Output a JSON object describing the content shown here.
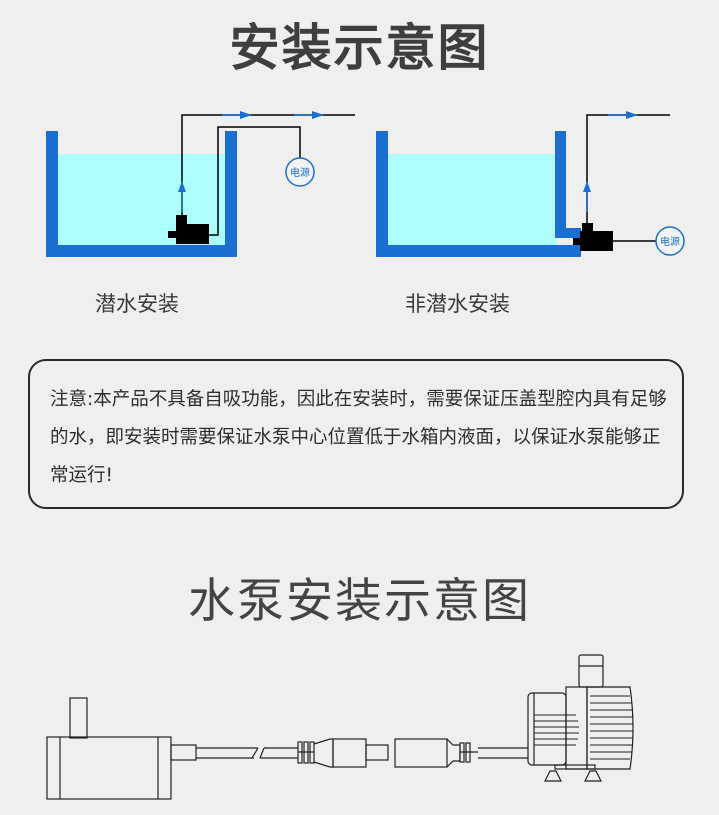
{
  "header": {
    "title": "安装示意图"
  },
  "diagrams": {
    "submerged": {
      "caption": "潜水安装",
      "power_label": "电源"
    },
    "non_submerged": {
      "caption": "非潜水安装",
      "power_label": "电源"
    }
  },
  "notice": {
    "text": "注意:本产品不具备自吸功能，因此在安装时，需要保证压盖型腔内具有足够的水，即安装时需要保证水泵中心位置低于水箱内液面，以保证水泵能够正常运行!"
  },
  "section2": {
    "title": "水泵安装示意图"
  },
  "colors": {
    "background": "#efefef",
    "tank_wall": "#1a6fd0",
    "water": "#aefdfd",
    "pipe": "#000000",
    "flow_arrow": "#1a6fd0"
  }
}
